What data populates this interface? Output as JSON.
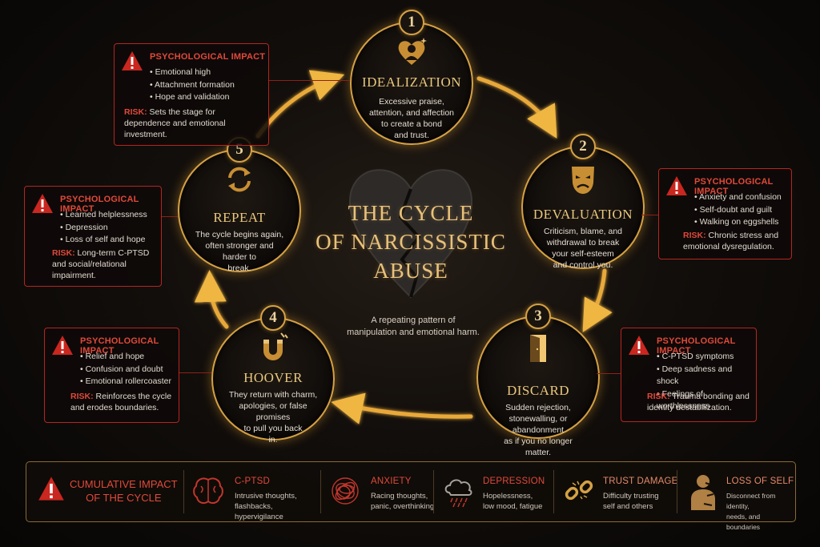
{
  "title": {
    "line1": "THE CYCLE",
    "line2": "OF NARCISSISTIC",
    "line3": "ABUSE"
  },
  "subtitle": {
    "line1": "A repeating pattern of",
    "line2": "manipulation and emotional harm."
  },
  "stages": [
    {
      "num": "1",
      "title": "IDEALIZATION",
      "desc": [
        "Excessive praise,",
        "attention, and affection",
        "to create a bond",
        "and trust."
      ],
      "icon": "heart-person-icon"
    },
    {
      "num": "2",
      "title": "DEVALUATION",
      "desc": [
        "Criticism, blame, and",
        "withdrawal to break",
        "your self-esteem",
        "and control you."
      ],
      "icon": "drama-mask-icon"
    },
    {
      "num": "3",
      "title": "DISCARD",
      "desc": [
        "Sudden rejection,",
        "stonewalling, or abandonment",
        "as if you no longer",
        "matter."
      ],
      "icon": "open-door-icon"
    },
    {
      "num": "4",
      "title": "HOOVER",
      "desc": [
        "They return with charm,",
        "apologies, or false promises",
        "to pull you back",
        "in."
      ],
      "icon": "magnet-icon"
    },
    {
      "num": "5",
      "title": "REPEAT",
      "desc": [
        "The cycle begins again,",
        "often stronger and",
        "harder to",
        "break."
      ],
      "icon": "cycle-arrows-icon"
    }
  ],
  "impacts": [
    {
      "heading": "PSYCHOLOGICAL IMPACT",
      "items": [
        "Emotional high",
        "Attachment formation",
        "Hope and validation"
      ],
      "risk_label": "RISK:",
      "risk": [
        "Sets the stage for",
        "dependence and emotional",
        "investment."
      ]
    },
    {
      "heading": "PSYCHOLOGICAL IMPACT",
      "items": [
        "Anxiety and confusion",
        "Self-doubt and guilt",
        "Walking on eggshells"
      ],
      "risk_label": "RISK:",
      "risk": [
        "Chronic stress and",
        "emotional dysregulation."
      ]
    },
    {
      "heading": "PSYCHOLOGICAL IMPACT",
      "items": [
        "C-PTSD symptoms",
        "Deep sadness and shock",
        "Feelings of worthlessness"
      ],
      "risk_label": "RISK:",
      "risk": [
        "Trauma bonding and",
        "identity destabilization."
      ]
    },
    {
      "heading": "PSYCHOLOGICAL IMPACT",
      "items": [
        "Relief and hope",
        "Confusion and doubt",
        "Emotional rollercoaster"
      ],
      "risk_label": "RISK:",
      "risk": [
        "Reinforces the cycle",
        "and erodes boundaries."
      ]
    },
    {
      "heading": "PSYCHOLOGICAL IMPACT",
      "items": [
        "Learned helplessness",
        "Depression",
        "Loss of self and hope"
      ],
      "risk_label": "RISK:",
      "risk": [
        "Long-term C-PTSD",
        "and social/relational",
        "impairment."
      ]
    }
  ],
  "cumulative": {
    "heading": [
      "CUMULATIVE IMPACT",
      "OF THE CYCLE"
    ],
    "items": [
      {
        "title": "C-PTSD",
        "text": [
          "Intrusive thoughts,",
          "flashbacks, hypervigilance"
        ],
        "icon": "brain-icon"
      },
      {
        "title": "ANXIETY",
        "text": [
          "Racing thoughts,",
          "panic, overthinking"
        ],
        "icon": "tangled-scribble-icon"
      },
      {
        "title": "DEPRESSION",
        "text": [
          "Hopelessness,",
          "low mood, fatigue"
        ],
        "icon": "rain-cloud-icon"
      },
      {
        "title": "TRUST DAMAGE",
        "text": [
          "Difficulty trusting",
          "self and others"
        ],
        "icon": "broken-chain-icon"
      },
      {
        "title": "LOSS OF SELF",
        "text": [
          "Disconnect from identity,",
          "needs, and boundaries"
        ],
        "icon": "fading-person-icon"
      }
    ]
  },
  "colors": {
    "gold": "#d5a144",
    "gold_text": "#e9c77e",
    "red": "#e0493a",
    "background": "#0b0908"
  }
}
